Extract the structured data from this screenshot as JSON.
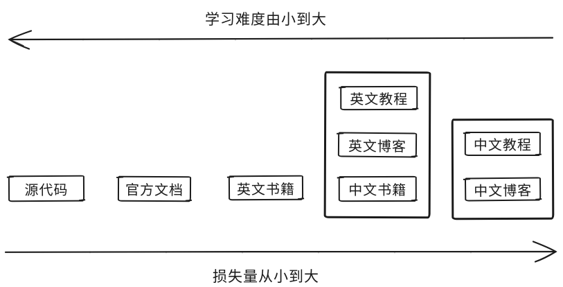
{
  "diagram": {
    "top_axis": {
      "label": "学习难度由小到大",
      "direction": "left"
    },
    "bottom_axis": {
      "label": "损失量从小到大",
      "direction": "right"
    },
    "standalone_boxes": [
      {
        "label": "源代码"
      },
      {
        "label": "官方文档"
      },
      {
        "label": "英文书籍"
      }
    ],
    "groups": [
      {
        "items": [
          {
            "label": "英文教程"
          },
          {
            "label": "英文博客"
          },
          {
            "label": "中文书籍"
          }
        ]
      },
      {
        "items": [
          {
            "label": "中文教程"
          },
          {
            "label": "中文博客"
          }
        ]
      }
    ]
  },
  "colors": {
    "stroke": "#1b1b1b",
    "background": "#ffffff"
  }
}
